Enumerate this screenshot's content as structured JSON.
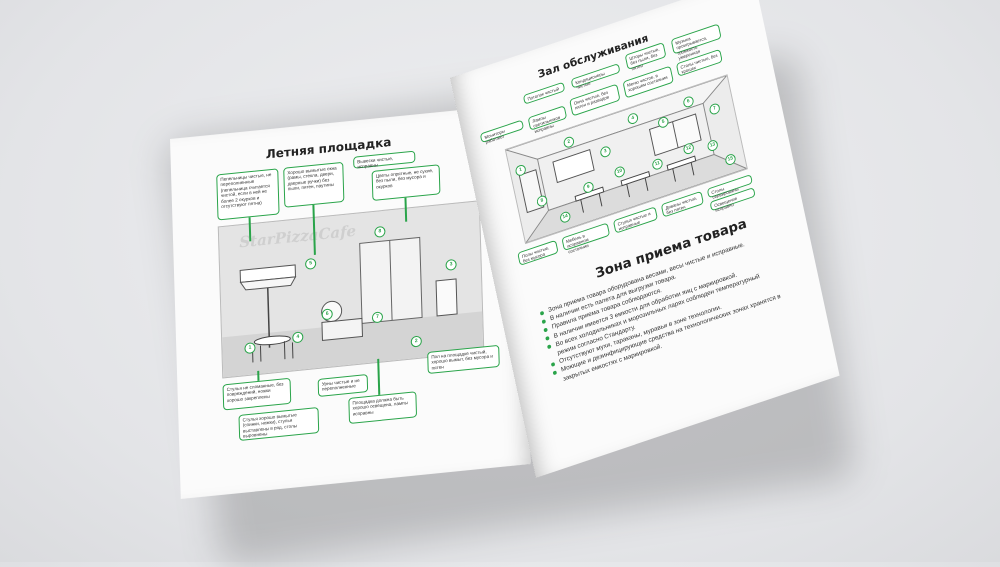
{
  "brochure": {
    "left_page": {
      "title": "Летняя площадка",
      "sign_text": "StarPizzaCafe",
      "callouts": [
        {
          "id": "c1",
          "text": "Пепельницы чистые, не переполненные (пепельница считается чистой, если в ней не более 2 окурков и отсутствуют пятна)"
        },
        {
          "id": "c2",
          "text": "Хорошо вымытые окна (рамы, стекла, двери, дверные ручки) без пыли, пятен, паутины"
        },
        {
          "id": "c3",
          "text": "Вывески чистые, исправны"
        },
        {
          "id": "c4",
          "text": "Цветы опрятные, не сухие, без пыли, без мусора и окурков"
        },
        {
          "id": "c5",
          "text": "Стулья не сломанные, без повреждений, ножки хорошо закреплены"
        },
        {
          "id": "c6",
          "text": "Урны чистые и не переполненные"
        },
        {
          "id": "c7",
          "text": "Пол на площадке чистый, хорошо вымыт, без мусора и пятен"
        },
        {
          "id": "c8",
          "text": "Стулья хорошо вымытые (спинки, ножки), стулья выставлены в ряд, столы выровнены"
        },
        {
          "id": "c9",
          "text": "Площадка должна быть хорошо освещена, лампы исправны"
        }
      ],
      "markers": [
        "1",
        "2",
        "3",
        "4",
        "5",
        "6",
        "7",
        "8"
      ]
    },
    "right_page": {
      "title": "Зал обслуживания",
      "callouts_top": [
        {
          "id": "r1",
          "text": "Потолок чистый"
        },
        {
          "id": "r2",
          "text": "Кондиционеры чистые"
        },
        {
          "id": "r3",
          "text": "Шторы чистые, без пыли, без пятен"
        },
        {
          "id": "r4",
          "text": "Музыка проигрывается, громкость умеренная"
        },
        {
          "id": "r5",
          "text": "Мониторы работают"
        },
        {
          "id": "r6",
          "text": "Лампы светильников исправны"
        },
        {
          "id": "r7",
          "text": "Окна чистые, без пятен и разводов"
        },
        {
          "id": "r8",
          "text": "Меню чистое, в хорошем состоянии"
        },
        {
          "id": "r9",
          "text": "Столы чистые, без крошек"
        }
      ],
      "callouts_bottom": [
        {
          "id": "r10",
          "text": "Полы чистые, без мусора"
        },
        {
          "id": "r11",
          "text": "Мебель в исправном состоянии"
        },
        {
          "id": "r12",
          "text": "Стулья чистые и исправные"
        },
        {
          "id": "r13",
          "text": "Диваны чистые, без пятен"
        },
        {
          "id": "r14",
          "text": "Столы сервированы"
        },
        {
          "id": "r15",
          "text": "Освещение исправно"
        }
      ],
      "markers": [
        "1",
        "2",
        "3",
        "4",
        "5",
        "6",
        "7",
        "8",
        "9",
        "10",
        "11",
        "12",
        "13",
        "14",
        "15"
      ],
      "section_title": "Зона приема товара",
      "bullets": [
        "Зона приема товара оборудована весами, весы чистые и исправные.",
        "В наличии есть палета для выгрузки товара.",
        "Правила приема товара соблюдаются.",
        "В наличии имеется 3 емкости для обработки яиц с маркировкой.",
        "Во всех холодильниках и морозильных ларях соблюден температурный режим согласно Стандарту.",
        "Отсутствуют мухи, тараканы, муравьи в зоне технологии.",
        "Моющие и дезинфицирующие средства на технологических зонах хранятся в закрытых емкостях с маркировкой."
      ]
    },
    "colors": {
      "accent": "#2aa44a",
      "page": "#fbfbfb",
      "background": "#e6e7e9"
    }
  }
}
